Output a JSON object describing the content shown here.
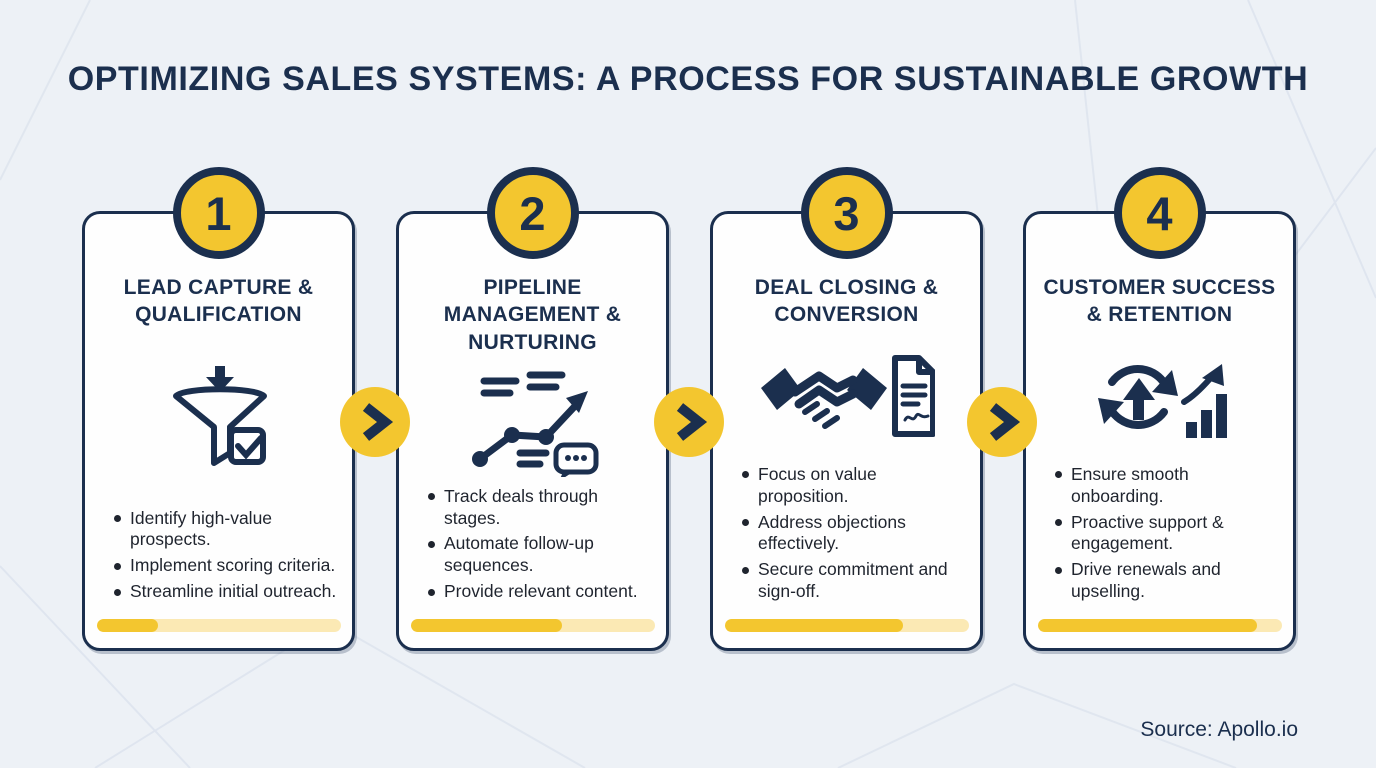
{
  "page": {
    "title": "OPTIMIZING SALES SYSTEMS: A PROCESS FOR SUSTAINABLE GROWTH",
    "source": "Source: Apollo.io"
  },
  "colors": {
    "background": "#EDF1F6",
    "navy": "#1B2F4E",
    "yellow": "#F3C62F",
    "yellow_track": "#FBE9B4",
    "card_background": "#FEFEFE",
    "bullet_text": "#1F242E"
  },
  "steps": [
    {
      "number": "1",
      "title": "LEAD CAPTURE & QUALIFICATION",
      "icon": "funnel-checkbox-icon",
      "bullets": [
        "Identify high-value prospects.",
        "Implement scoring criteria.",
        "Streamline initial outreach."
      ],
      "progress_percent": 25
    },
    {
      "number": "2",
      "title": "PIPELINE MANAGEMENT & NURTURING",
      "icon": "pipeline-trend-chat-icon",
      "bullets": [
        "Track deals through stages.",
        "Automate follow-up sequences.",
        "Provide relevant content."
      ],
      "progress_percent": 62
    },
    {
      "number": "3",
      "title": "DEAL CLOSING & CONVERSION",
      "icon": "handshake-contract-icon",
      "bullets": [
        "Focus on value proposition.",
        "Address objections effectively.",
        "Secure commitment and sign-off."
      ],
      "progress_percent": 73
    },
    {
      "number": "4",
      "title": "CUSTOMER SUCCESS & RETENTION",
      "icon": "retention-growth-icon",
      "bullets": [
        "Ensure smooth onboarding.",
        "Proactive support & engagement.",
        "Drive renewals and upselling."
      ],
      "progress_percent": 90
    }
  ]
}
